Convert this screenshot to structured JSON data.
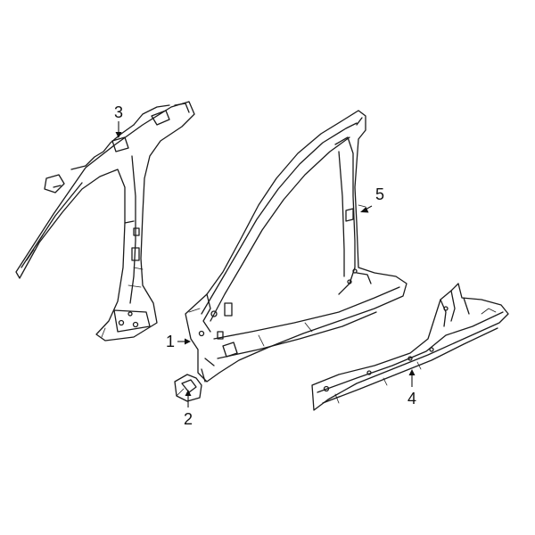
{
  "diagram": {
    "callouts": [
      {
        "id": "1",
        "label": "1"
      },
      {
        "id": "2",
        "label": "2"
      },
      {
        "id": "3",
        "label": "3"
      },
      {
        "id": "4",
        "label": "4"
      },
      {
        "id": "5",
        "label": "5"
      }
    ],
    "colors": {
      "line": "#1a1a1a",
      "background": "#ffffff"
    }
  }
}
